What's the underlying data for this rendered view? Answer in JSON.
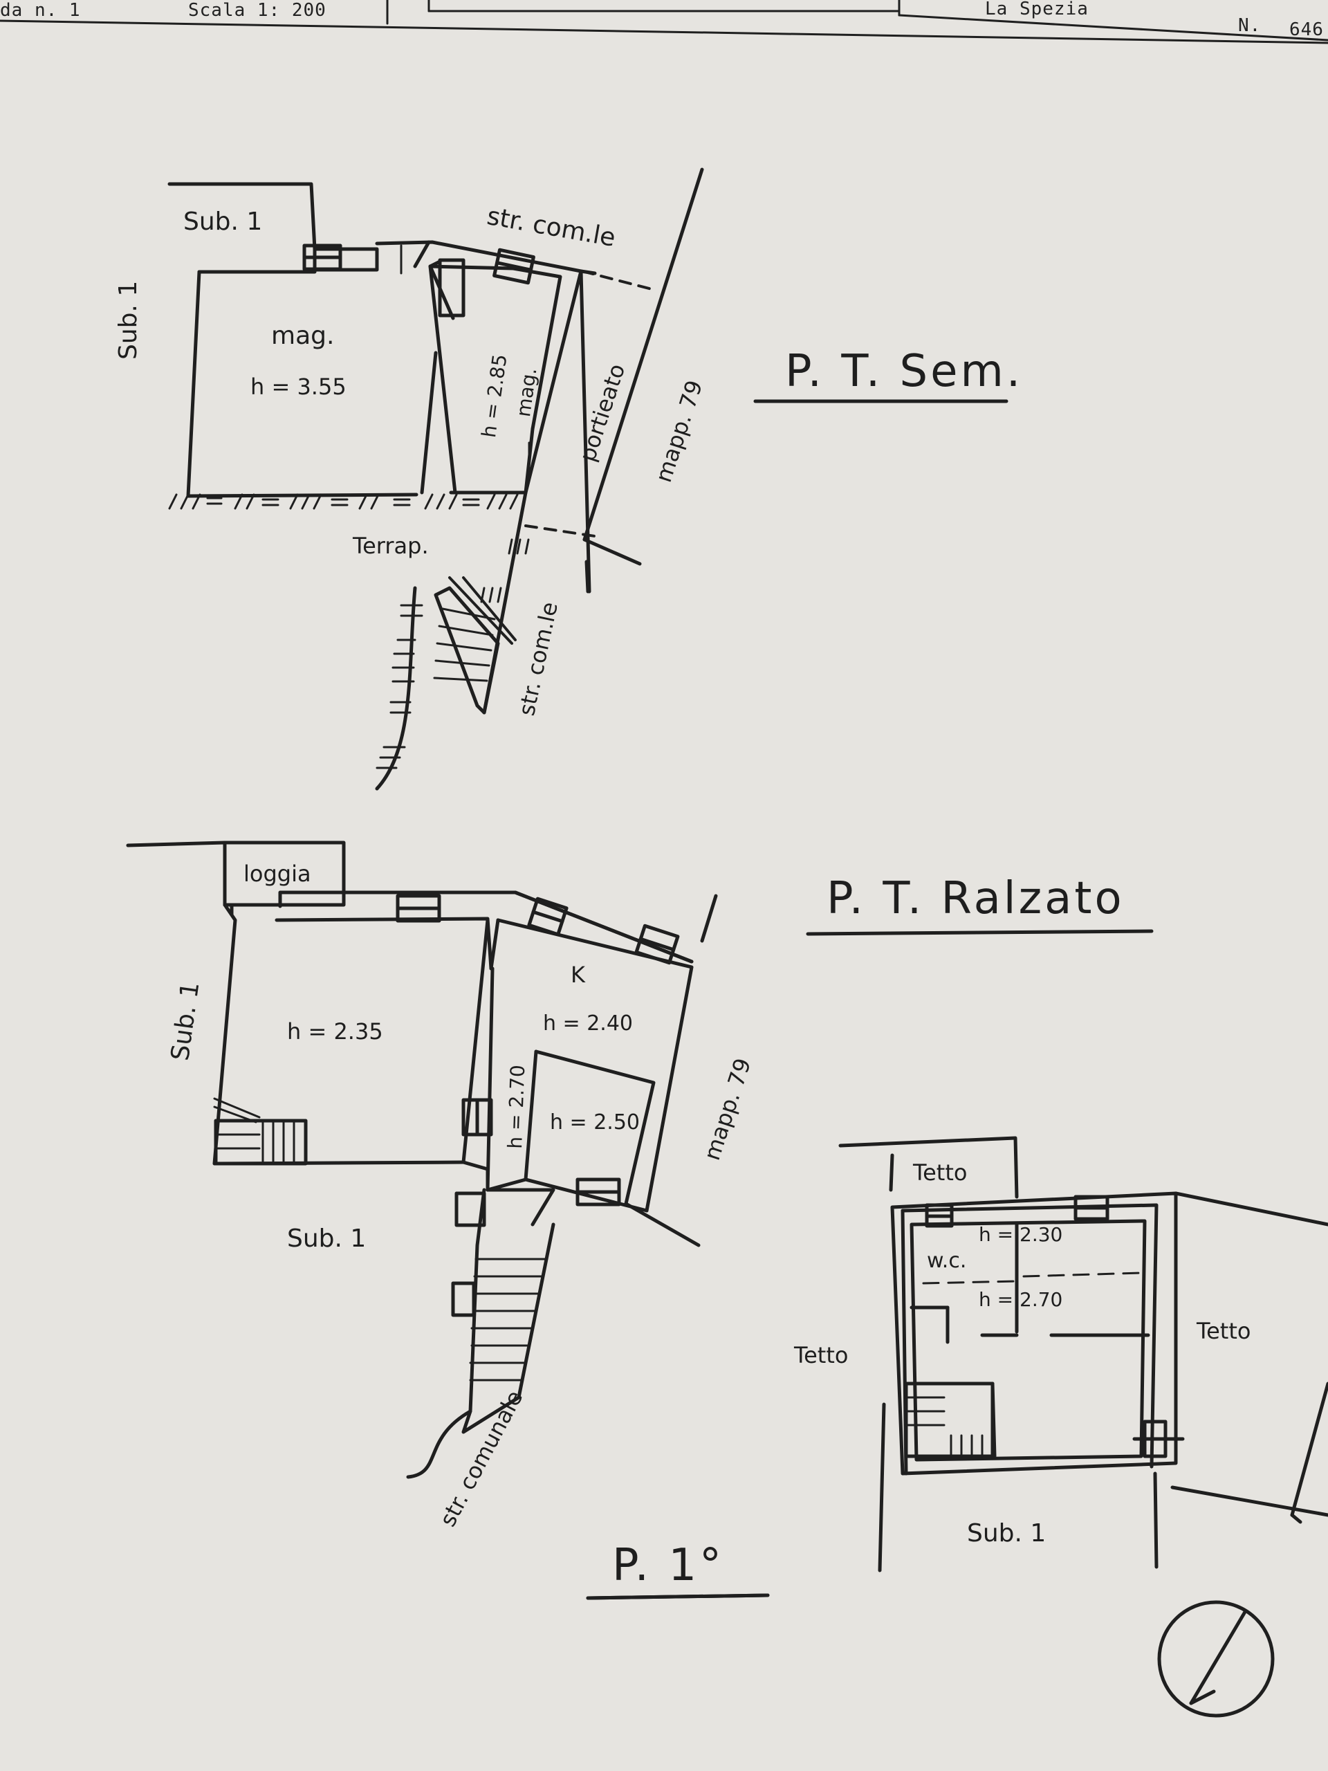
{
  "header": {
    "sheet": "da n. 1",
    "scale": "Scala 1: 200",
    "province": "La Spezia",
    "n_label": "N.",
    "n_value": "646"
  },
  "floor_pt_sem": {
    "title": "P. T. Sem.",
    "sub_top": "Sub. 1",
    "sub_side": "Sub. 1",
    "room_main_name": "mag.",
    "room_main_height": "h = 3.55",
    "room_small_name": "mag.",
    "room_small_height": "h = 2.85",
    "porch": "portieato",
    "road_top": "str. com.le",
    "road_bottom": "str. com.le",
    "terrace": "Terrap.",
    "parcel": "mapp. 79"
  },
  "floor_pt_rialzato": {
    "title": "P. T. Ralzato",
    "loggia": "loggia",
    "sub_side": "Sub. 1",
    "sub_bottom": "Sub. 1",
    "room_main_height": "h = 2.35",
    "kitchen": "K",
    "kitchen_height": "h = 2.40",
    "room_small_height": "h = 2.50",
    "corridor_height": "h = 2.70",
    "parcel": "mapp. 79",
    "road": "str. comunale"
  },
  "floor_p1": {
    "title": "P. 1°",
    "roof_top": "Tetto",
    "roof_left": "Tetto",
    "roof_right": "Tetto",
    "wc": "w.c.",
    "wc_height": "h = 2.30",
    "room_height": "h = 2.70",
    "sub_bottom": "Sub. 1"
  }
}
